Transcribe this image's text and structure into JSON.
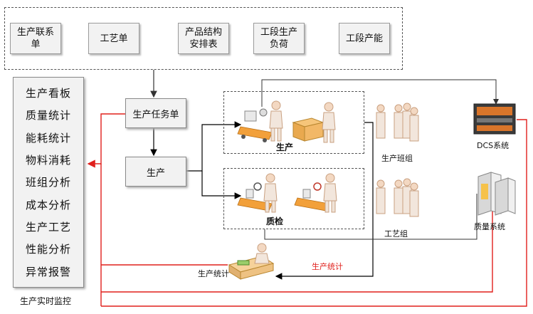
{
  "top_items": [
    "生产联系单",
    "工艺单",
    "产品结构安排表",
    "工段生产负荷",
    "工段产能"
  ],
  "flow": {
    "task_order": "生产任务单",
    "production": "生产"
  },
  "monitor": {
    "items": [
      "生产看板",
      "质量统计",
      "能耗统计",
      "物料消耗",
      "班组分析",
      "成本分析",
      "生产工艺",
      "性能分析",
      "异常报警"
    ],
    "caption": "生产实时监控"
  },
  "stages": {
    "production": "生产",
    "quality": "质检"
  },
  "labels": {
    "team": "生产班组",
    "process_group": "工艺组",
    "dcs": "DCS系统",
    "quality_system": "质量系统",
    "stats": "生产统计",
    "stats_red": "生产统计"
  },
  "colors": {
    "red_line": "#e0201c",
    "dark_line": "#000000",
    "accent_orange": "#f2a03a"
  }
}
